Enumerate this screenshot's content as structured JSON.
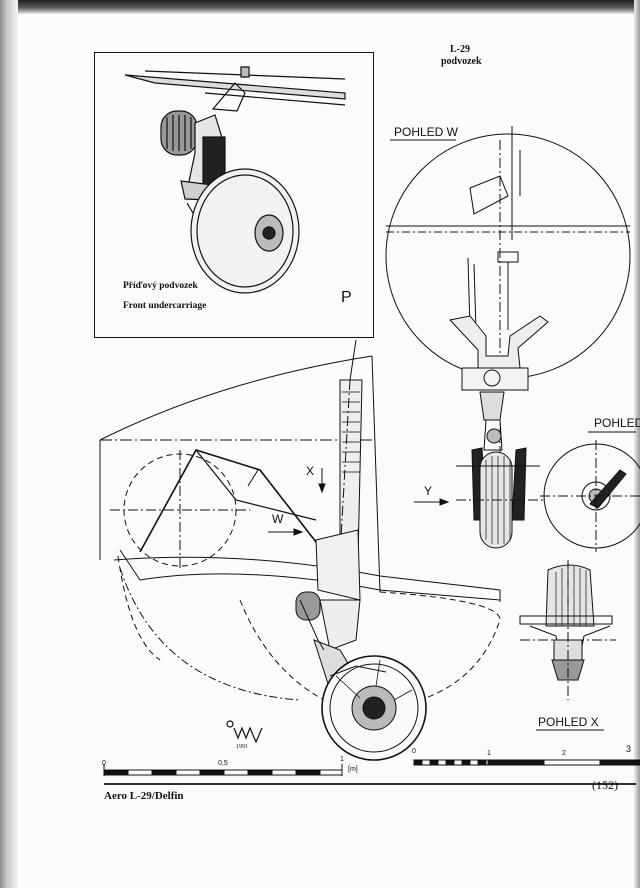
{
  "header": {
    "type_code": "L-29",
    "subtitle": "podvozek"
  },
  "inset": {
    "caption_cz": "Příďový podvozek",
    "caption_en": "Front undercarriage",
    "letter": "P"
  },
  "views": {
    "view_w_title": "POHLED W",
    "view_y_title": "POHLED Y",
    "view_x_title": "POHLED X",
    "arrow_x_letter": "X",
    "arrow_w_letter": "W",
    "arrow_y_letter": "Y"
  },
  "signature": {
    "year": "1991"
  },
  "scales": {
    "left_ticks": [
      "0",
      "0,5",
      "1"
    ],
    "left_unit": "[m]",
    "right_ticks": [
      "0",
      "1",
      "2",
      "3"
    ]
  },
  "footer": {
    "title": "Aero L-29/Delfin",
    "page_number": "(152)"
  },
  "colors": {
    "ink": "#111111",
    "paper": "#fbfbfb"
  }
}
